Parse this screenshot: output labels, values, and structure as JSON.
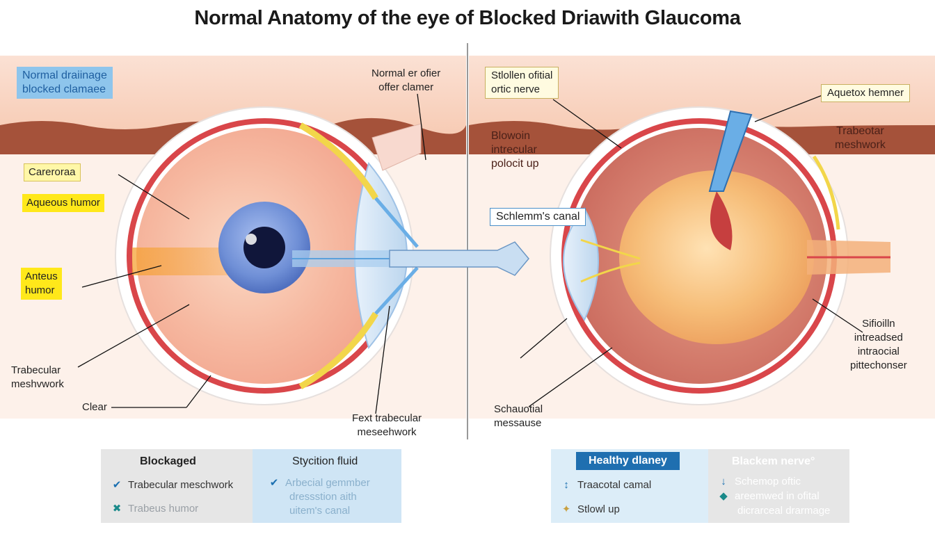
{
  "title": "Normal Anatomy of the eye of Blocked Driawith Glaucoma",
  "left_labels": {
    "normal_drainage": [
      "Normal draiinage",
      "blocked clamaee"
    ],
    "normal_offer": [
      "Normal er ofier",
      "offer clamer"
    ],
    "careroraa": "Careroraa",
    "aqueous_humor": "Aqueous humor",
    "anteus_humor": [
      "Anteus",
      "humor"
    ],
    "trabecular": [
      "Trabecular",
      "meshvwork"
    ],
    "clear": "Clear",
    "fext_trabecular": [
      "Fext trabecular",
      "meseehwork"
    ]
  },
  "right_labels": {
    "stiollen": [
      "Stlollen ofitial",
      "ortic nerve"
    ],
    "aquetox": "Aquetox hemner",
    "blowoin": [
      "Blowoin",
      "intrecular",
      "polocit up"
    ],
    "trabeotar": [
      "Trabeotar",
      "meshwork"
    ],
    "schlemm": "Schlemm's canal",
    "sifioilln": [
      "Sifioilln",
      "intreadsed",
      "intraocial",
      "pittechonser"
    ],
    "schauotial": [
      "Schauotial",
      "messause"
    ]
  },
  "legend_left": {
    "col1_title": "Blockaged",
    "col1_items": [
      {
        "icon": "✔",
        "text": "Trabecular meschwork",
        "color": "#1a6fb0"
      },
      {
        "icon": "✖",
        "text": "Trabeus humor",
        "color": "#1a8a8a"
      }
    ],
    "col2_title": "Stycition fluid",
    "col2_items": [
      {
        "icon": "✔",
        "text": "Arbecial gemmber"
      },
      {
        "text": "dressstion aith"
      },
      {
        "text": "uitem's canal"
      }
    ]
  },
  "legend_right": {
    "col1_title": "Healthy dlaney",
    "col1_items": [
      {
        "icon": "↕",
        "text": "Traacotal camal"
      },
      {
        "icon": "✦",
        "text": "Stlowl up"
      }
    ],
    "col2_title": "Blackem nerve°",
    "col2_items": [
      {
        "icon": "↓",
        "text": "Schemop oftic"
      },
      {
        "icon": "◆",
        "text": "areemwed in ofital"
      },
      {
        "text": "dicrarceal drarmage"
      }
    ]
  },
  "colors": {
    "sclera_red": "#d9464a",
    "iris_blue": "#6f8fd6",
    "lens_orange": "#f3a35a",
    "legend_blue": "#1f6fb0",
    "highlight_yellow": "#ffe81a"
  }
}
